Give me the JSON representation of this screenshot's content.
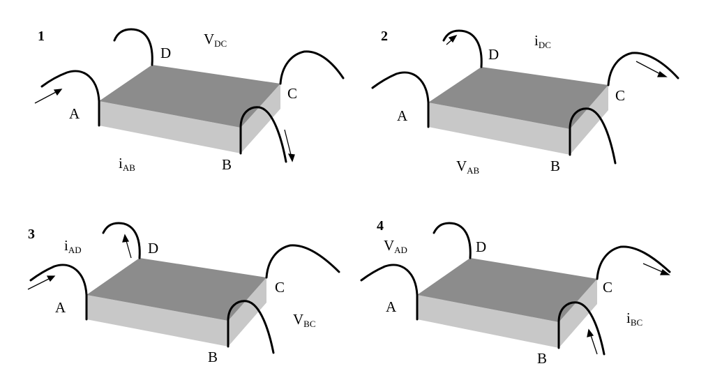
{
  "panels": [
    {
      "number": "1",
      "corners": {
        "a": "A",
        "b": "B",
        "c": "C",
        "d": "D"
      },
      "measurements": [
        {
          "symbol": "V",
          "subscript": "DC"
        },
        {
          "symbol": "i",
          "subscript": "AB"
        }
      ],
      "arrows": [
        "into A",
        "out of B"
      ]
    },
    {
      "number": "2",
      "corners": {
        "a": "A",
        "b": "B",
        "c": "C",
        "d": "D"
      },
      "measurements": [
        {
          "symbol": "i",
          "subscript": "DC"
        },
        {
          "symbol": "V",
          "subscript": "AB"
        }
      ],
      "arrows": [
        "into D",
        "out of C"
      ]
    },
    {
      "number": "3",
      "corners": {
        "a": "A",
        "b": "B",
        "c": "C",
        "d": "D"
      },
      "measurements": [
        {
          "symbol": "i",
          "subscript": "AD"
        },
        {
          "symbol": "V",
          "subscript": "BC"
        }
      ],
      "arrows": [
        "into A",
        "out of D"
      ]
    },
    {
      "number": "4",
      "corners": {
        "a": "A",
        "b": "B",
        "c": "C",
        "d": "D"
      },
      "measurements": [
        {
          "symbol": "V",
          "subscript": "AD"
        },
        {
          "symbol": "i",
          "subscript": "BC"
        }
      ],
      "arrows": [
        "into B",
        "out of C"
      ]
    }
  ],
  "colors": {
    "top_face": "#8c8c8c",
    "side_face": "#c8c8c8",
    "wire": "#000000",
    "background": "#ffffff"
  }
}
